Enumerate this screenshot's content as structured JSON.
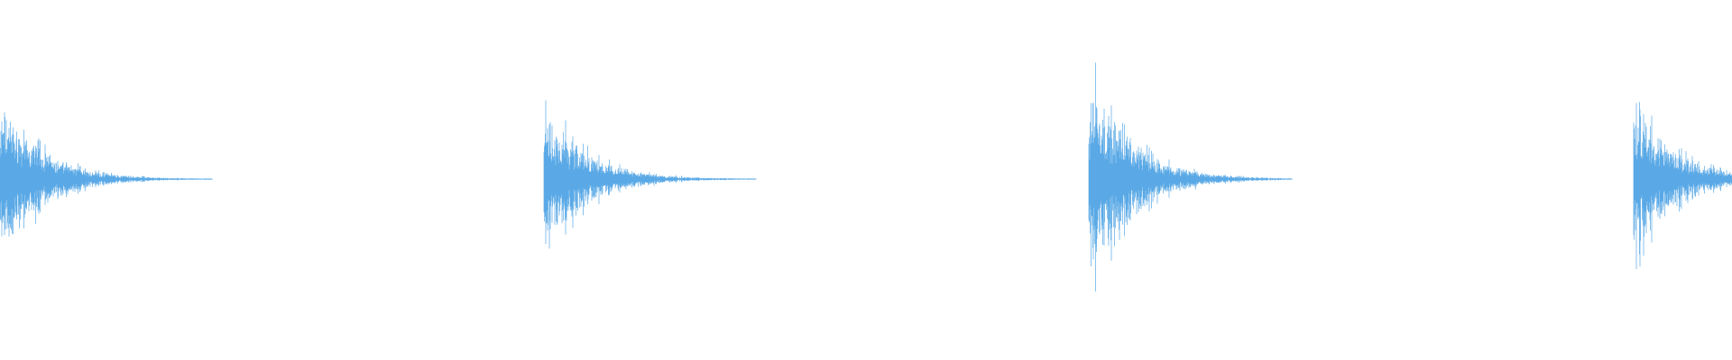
{
  "waveform": {
    "color": "#5aa9e6",
    "background": "#ffffff",
    "bursts": [
      {
        "peak_amplitude": 0.6,
        "decay": "fast"
      },
      {
        "peak_amplitude": 0.56,
        "decay": "fast"
      },
      {
        "peak_amplitude": 0.8,
        "decay": "fast"
      },
      {
        "peak_amplitude": 0.57,
        "decay": "fast"
      }
    ]
  }
}
